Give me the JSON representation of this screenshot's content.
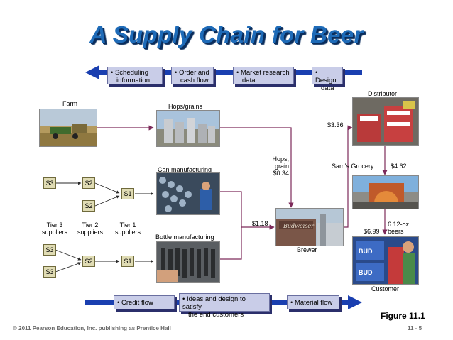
{
  "title": "A Supply Chain for Beer",
  "top_flow": [
    {
      "line1": "• Scheduling",
      "line2": "information"
    },
    {
      "line1": "• Order and",
      "line2": "cash flow"
    },
    {
      "line1": "• Market research",
      "line2": "data"
    },
    {
      "line1": "• Design",
      "line2": "data"
    }
  ],
  "bottom_flow": [
    {
      "line1": "• Credit flow",
      "line2": ""
    },
    {
      "line1": "• Ideas and design to satisfy",
      "line2": "the end customers"
    },
    {
      "line1": "• Material flow",
      "line2": ""
    }
  ],
  "nodes": {
    "farm": "Farm",
    "hops": "Hops/grains",
    "can": "Can manufacturing",
    "bottle": "Bottle manufacturing",
    "brewer": "Brewer",
    "distributor": "Distributor",
    "grocery": "Sam’s Grocery",
    "customer": "Customer"
  },
  "prices": {
    "hops_l1": "Hops,",
    "hops_l2": "grain",
    "hops_l3": "$0.34",
    "brewer": "$1.18",
    "distributor": "$3.36",
    "grocery": "$4.62",
    "customer": "$6.99",
    "pack_l1": "6 12-oz",
    "pack_l2": "beers"
  },
  "tiers": {
    "tier3_l1": "Tier 3",
    "tier3_l2": "suppliers",
    "tier2_l1": "Tier 2",
    "tier2_l2": "suppliers",
    "tier1_l1": "Tier 1",
    "tier1_l2": "suppliers",
    "s3": "S3",
    "s2": "S2",
    "s1": "S1"
  },
  "figure": "Figure 11.1",
  "copyright": "© 2011 Pearson Education, Inc. publishing as Prentice Hall",
  "page": "11 - 5",
  "colors": {
    "title": "#1e6bb8",
    "info_box": "#c9cde8",
    "arrow_blue": "#1a3fb0",
    "supplier_box": "#e0dcb4",
    "flow_line": "#7d2a5a"
  }
}
